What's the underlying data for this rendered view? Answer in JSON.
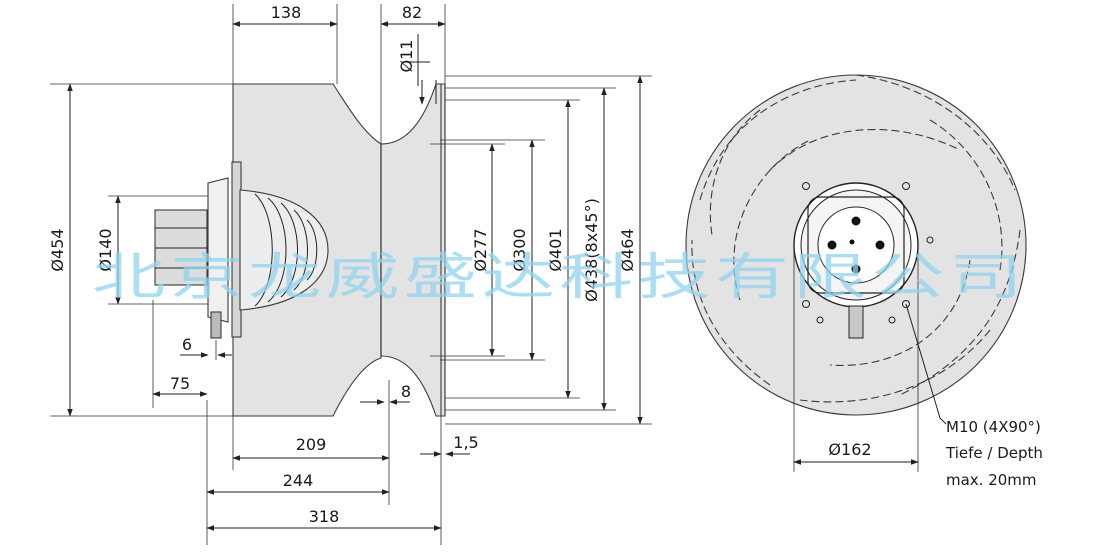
{
  "dimensions": {
    "top_138": "138",
    "top_82": "82",
    "dia_11": "Ø11",
    "dia_454": "Ø454",
    "dia_140": "Ø140",
    "dia_277": "Ø277",
    "dia_300": "Ø300",
    "dia_401": "Ø401",
    "dia_438": "Ø438(8x45°)",
    "dia_464": "Ø464",
    "dim_6": "6",
    "dim_75": "75",
    "dim_8": "8",
    "dim_209": "209",
    "dim_1_5": "1,5",
    "dim_244": "244",
    "dim_318": "318",
    "dia_162": "Ø162"
  },
  "thread_note": {
    "line1": "M10 (4X90°)",
    "line2": "Tiefe / Depth",
    "line3": "max. 20mm"
  },
  "watermark": "北京龙威盛达科技有限公司",
  "colors": {
    "part_fill": "#e3e3e3",
    "line": "#222222",
    "watermark": "#8fd3ef"
  }
}
